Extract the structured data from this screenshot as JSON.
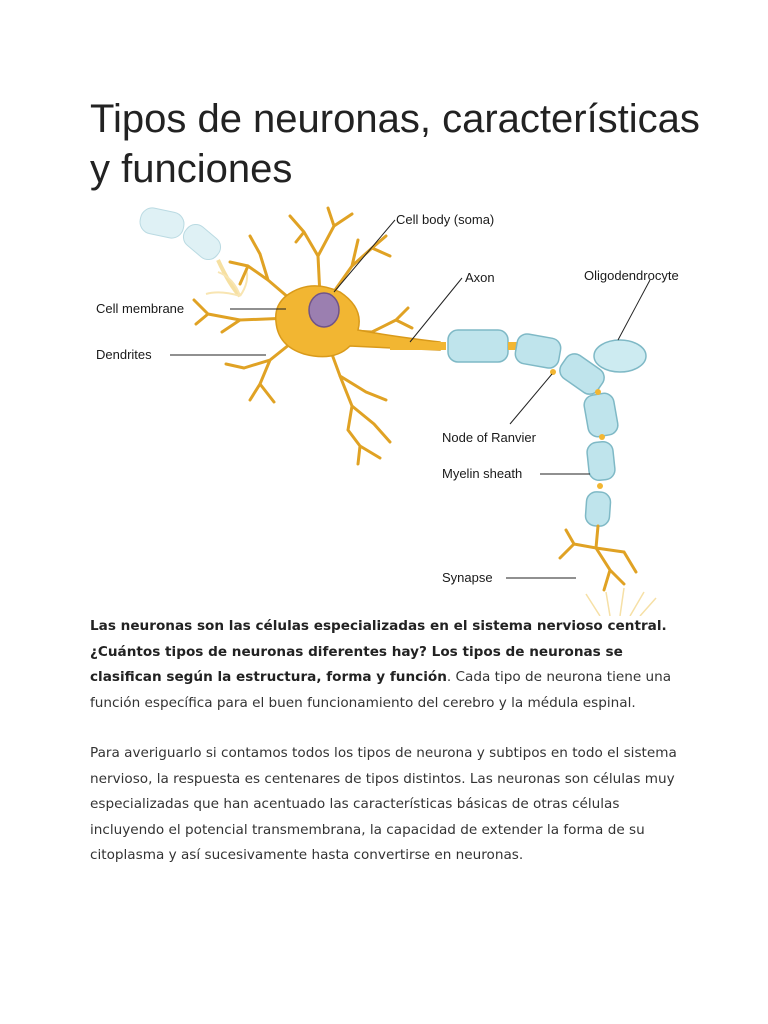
{
  "article": {
    "title": "Tipos de neuronas, características y funciones",
    "paragraph1_bold": "Las neuronas son las células especializadas en el sistema nervioso central. ¿Cuántos tipos de neuronas diferentes hay? Los tipos de neuronas se clasifican según la estructura, forma y función",
    "paragraph1_rest": ". Cada tipo de neurona tiene una función específica para el buen funcionamiento del cerebro y la médula espinal.",
    "paragraph2": "Para averiguarlo si contamos todos los tipos de neurona y subtipos en todo el sistema nervioso, la respuesta es centenares de tipos distintos. Las neuronas son células muy especializadas que han acentuado las características básicas de otras células incluyendo el potencial transmembrana, la capacidad de extender la forma de su citoplasma y así sucesivamente hasta convertirse en neuronas."
  },
  "diagram": {
    "labels": {
      "cell_body": "Cell body (soma)",
      "axon": "Axon",
      "oligodendrocyte": "Oligodendrocyte",
      "cell_membrane": "Cell membrane",
      "dendrites": "Dendrites",
      "node_of_ranvier": "Node of Ranvier",
      "myelin_sheath": "Myelin sheath",
      "synapse": "Synapse"
    },
    "colors": {
      "neuron": "#f2b632",
      "neuron_outline": "#d99a1a",
      "nucleus": "#9b7fb0",
      "myelin": "#bfe4ec",
      "myelin_outline": "#7fb9c6"
    }
  }
}
